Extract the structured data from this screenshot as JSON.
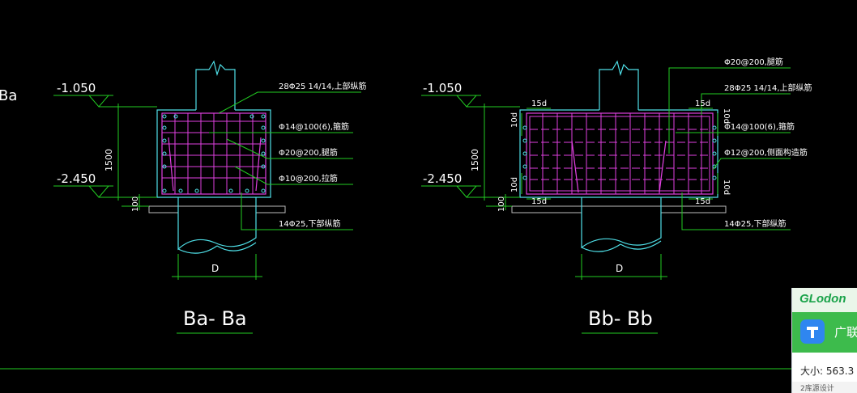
{
  "drawing": {
    "left_partial_label": "Ba",
    "section_a": {
      "title": "Ba- Ba",
      "elev_top": "-1.050",
      "elev_bottom": "-2.450",
      "dim_height": "1500",
      "dim_bottom": "100",
      "dim_width": "D",
      "notes": [
        "28Φ25 14/14,上部纵筋",
        "Φ14@100(6),箍筋",
        "Φ20@200,腿筋",
        "Φ10@200,拉筋",
        "14Φ25,下部纵筋"
      ]
    },
    "section_b": {
      "title": "Bb- Bb",
      "elev_top": "-1.050",
      "elev_bottom": "-2.450",
      "dim_height": "1500",
      "dim_bottom": "100",
      "dim_width": "D",
      "dim_15d": "15d",
      "dim_10d": "10d",
      "notes": [
        "Φ20@200,腿筋",
        "28Φ25 14/14,上部纵筋",
        "Φ14@100(6),箍筋",
        "Φ12@200,侧面构造筋",
        "14Φ25,下部纵筋"
      ]
    }
  },
  "popup": {
    "brand": "GLodon",
    "app_name": "广联",
    "size_label": "大小: 563.3",
    "footer_text": "2库源设计"
  },
  "colors": {
    "background": "#000000",
    "outline": "#4fe0e8",
    "rebar": "#e040e0",
    "dimension": "#22cc22",
    "text": "#ffffff",
    "popup_green": "#3dbb4c"
  }
}
